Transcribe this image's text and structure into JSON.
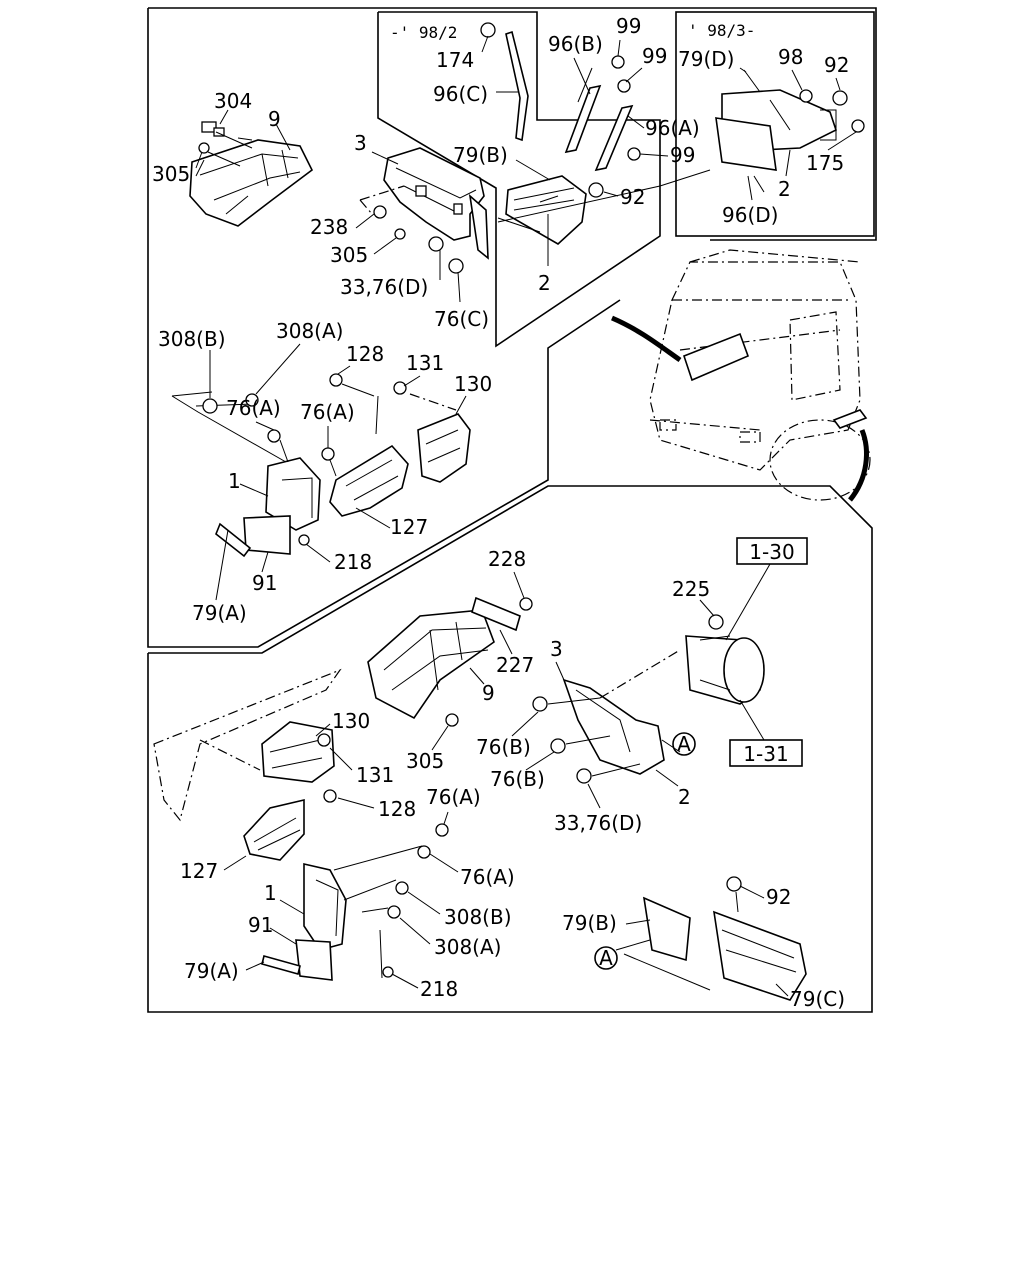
{
  "insets": {
    "early": "-' 98/2",
    "late": "' 98/3-"
  },
  "refs": {
    "r130": "1-30",
    "r131": "1-31"
  },
  "callouts": {
    "a": "A"
  },
  "labels": {
    "p174": "174",
    "p96b": "96(B)",
    "p99a": "99",
    "p99b": "99",
    "p96c": "96(C)",
    "p96a": "96(A)",
    "p99c": "99",
    "p79b_top": "79(B)",
    "p92_mid": "92",
    "p2_top": "2",
    "p79d": "79(D)",
    "p98": "98",
    "p92_r": "92",
    "p175": "175",
    "p2_r": "2",
    "p96d": "96(D)",
    "p304": "304",
    "p9_top": "9",
    "p305_a": "305",
    "p3_top": "3",
    "p238": "238",
    "p305_b": "305",
    "p33_76d_top": "33,76(D)",
    "p76c": "76(C)",
    "p308b_top": "308(B)",
    "p308a_top": "308(A)",
    "p128_top": "128",
    "p131_top": "131",
    "p130_top": "130",
    "p76a_1": "76(A)",
    "p76a_2": "76(A)",
    "p1_top": "1",
    "p127_top": "127",
    "p218_top": "218",
    "p91_top": "91",
    "p79a_top": "79(A)",
    "p228": "228",
    "p225": "225",
    "p227": "227",
    "p9_bot": "9",
    "p3_bot": "3",
    "p305_bot": "305",
    "p76b_1": "76(B)",
    "p76b_2": "76(B)",
    "p2_bot": "2",
    "p33_76d_bot": "33,76(D)",
    "p130_bot": "130",
    "p131_bot": "131",
    "p128_bot": "128",
    "p76a_3": "76(A)",
    "p76a_4": "76(A)",
    "p127_bot": "127",
    "p1_bot": "1",
    "p308b_bot": "308(B)",
    "p91_bot": "91",
    "p308a_bot": "308(A)",
    "p79a_bot": "79(A)",
    "p218_bot": "218",
    "p92_bot": "92",
    "p79b_bot": "79(B)",
    "p79c": "79(C)"
  }
}
